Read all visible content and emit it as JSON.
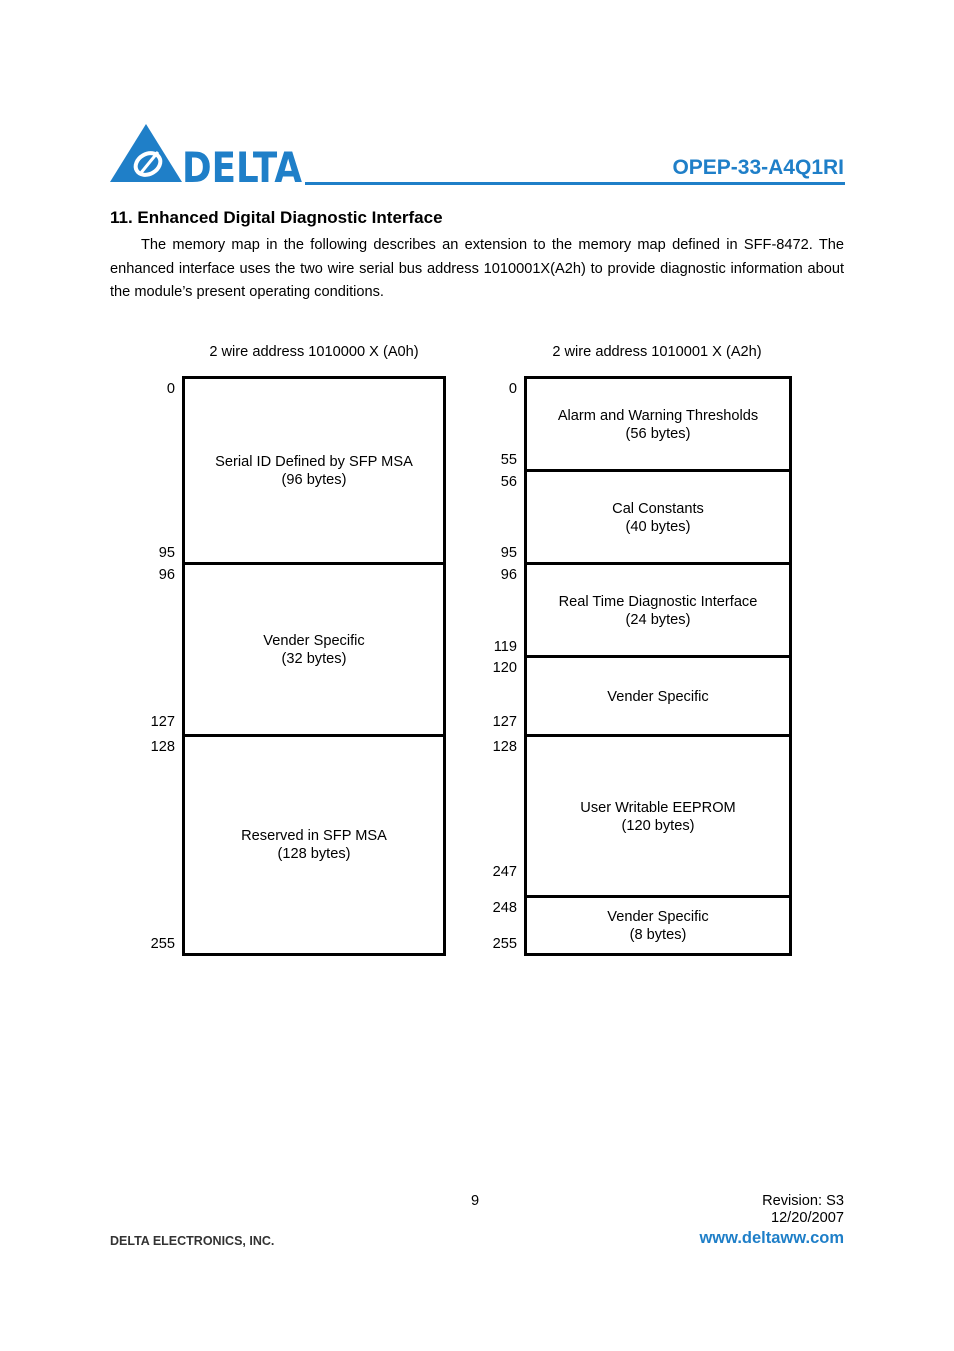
{
  "header": {
    "logo_text": "DELTA",
    "doc_id": "OPEP-33-A4Q1RI"
  },
  "section": {
    "title": "11. Enhanced Digital Diagnostic Interface",
    "intro": "The memory map in the following describes an extension to the memory map defined in SFF-8472. The enhanced interface uses the two wire serial bus address 1010001X(A2h) to provide diagnostic information about the module’s present operating conditions."
  },
  "memory_map": {
    "left": {
      "title": "2 wire address 1010000 X (A0h)",
      "blocks": [
        {
          "label": "Serial ID Defined by SFP MSA\n(96 bytes)",
          "start": "0",
          "end": "95"
        },
        {
          "label": "Vender Specific\n(32 bytes)",
          "start": "96",
          "end": "127"
        },
        {
          "label": "Reserved in SFP MSA\n(128 bytes)",
          "start": "128",
          "end": "255"
        }
      ]
    },
    "right": {
      "title": "2 wire address 1010001 X (A2h)",
      "blocks": [
        {
          "label": "Alarm and Warning Thresholds\n(56 bytes)",
          "start": "0",
          "end": "55"
        },
        {
          "label": "Cal Constants\n(40 bytes)",
          "start": "56",
          "end": "95"
        },
        {
          "label": "Real Time Diagnostic Interface\n(24 bytes)",
          "start": "96",
          "end": "119"
        },
        {
          "label": "Vender Specific",
          "start": "120",
          "end": "127"
        },
        {
          "label": "User Writable EEPROM\n(120 bytes)",
          "start": "128",
          "end": "247"
        },
        {
          "label": "Vender Specific\n(8 bytes)",
          "start": "248",
          "end": "255"
        }
      ]
    }
  },
  "footer": {
    "page_number": "9",
    "revision": "Revision:  S3",
    "date": "12/20/2007",
    "company": "DELTA ELECTRONICS, INC.",
    "website": "www.deltaww.com"
  }
}
